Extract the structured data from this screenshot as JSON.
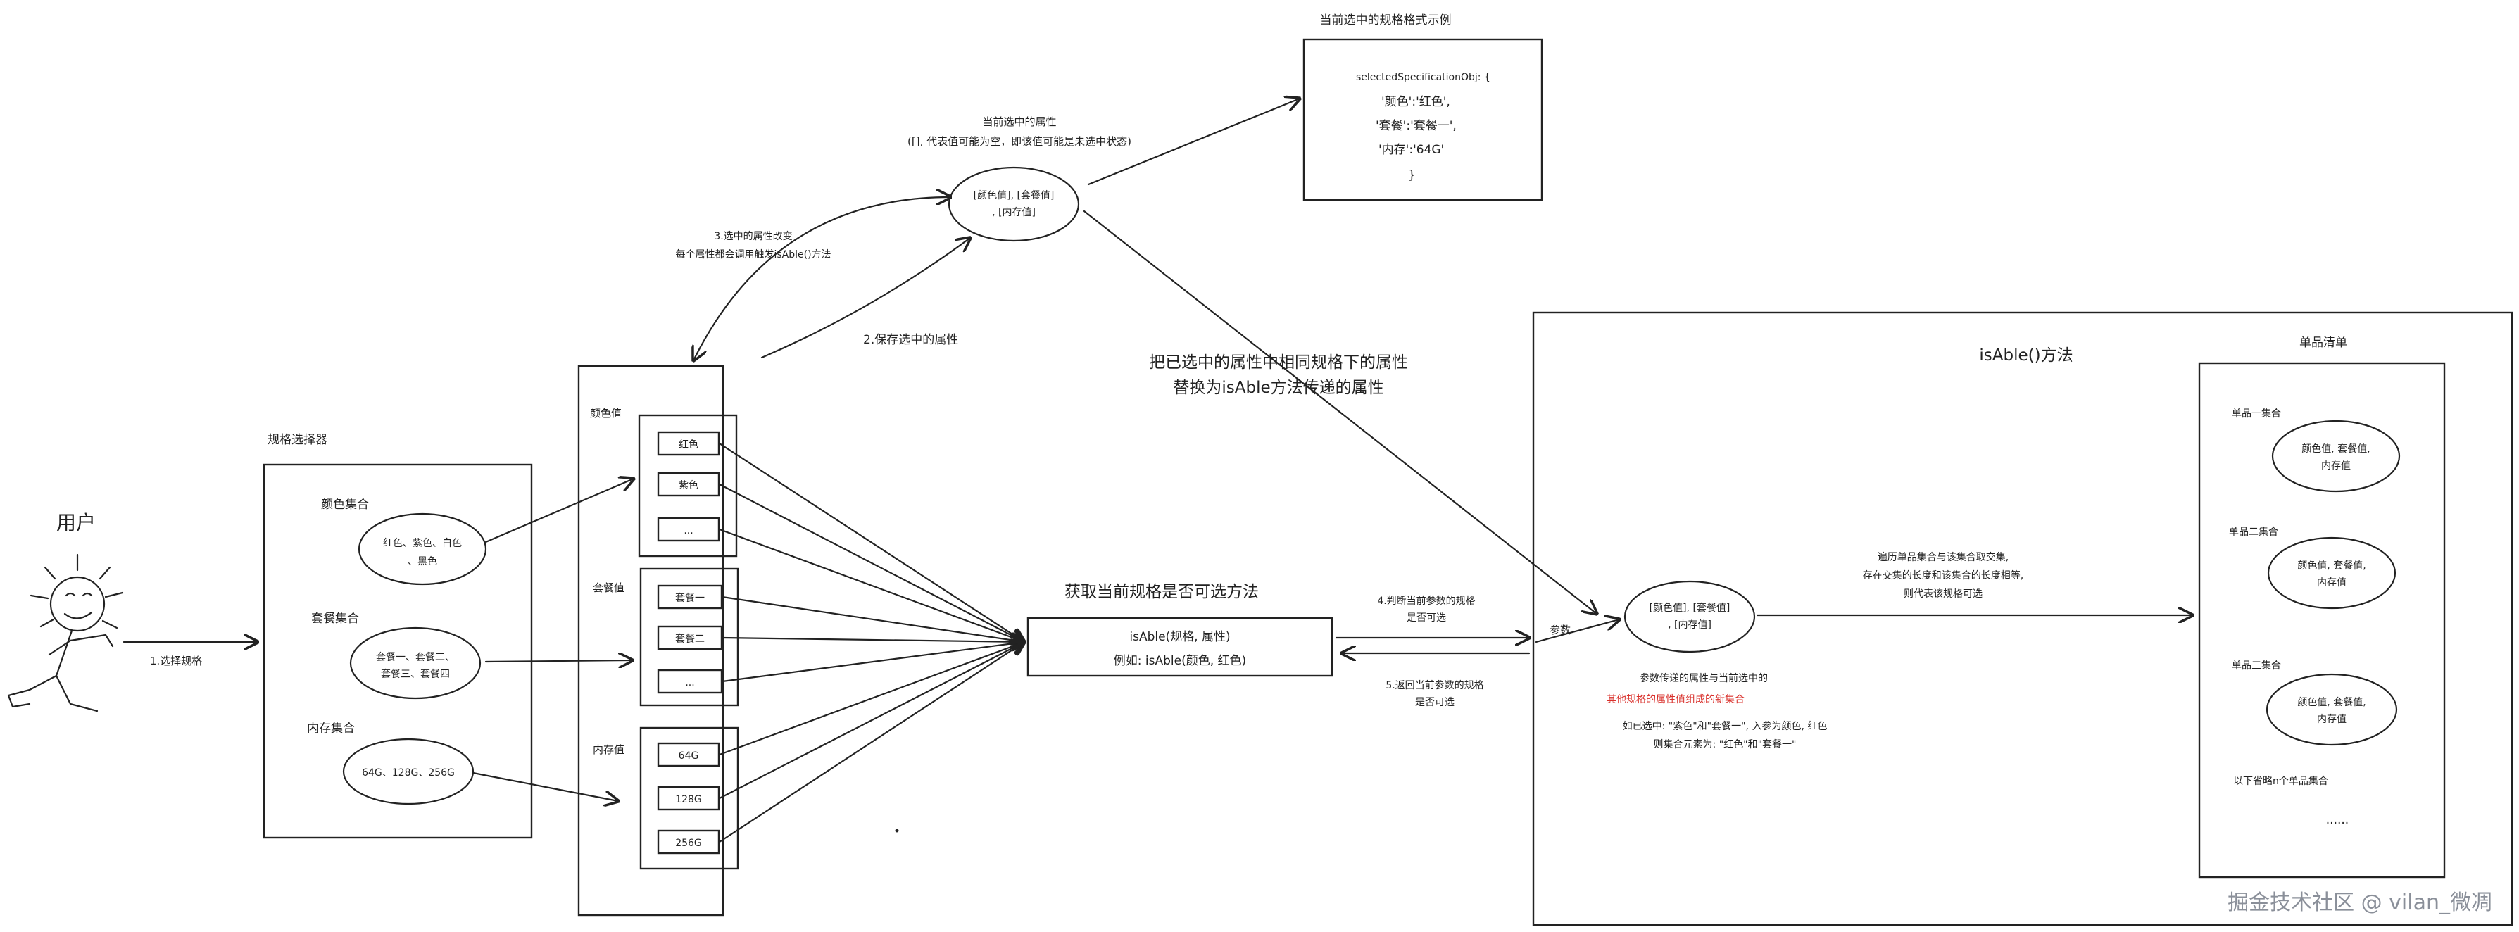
{
  "user": {
    "label": "用户",
    "select_spec": "1.选择规格"
  },
  "filter": {
    "title": "规格选择器",
    "groups": [
      {
        "label": "颜色集合",
        "ellipse_lines": [
          "红色、紫色、白色",
          "、黑色"
        ]
      },
      {
        "label": "套餐集合",
        "ellipse_lines": [
          "套餐一、套餐二、",
          "套餐三、套餐四"
        ]
      },
      {
        "label": "内存集合",
        "ellipse_lines": [
          "64G、128G、256G"
        ]
      }
    ]
  },
  "attr_panel": {
    "groups": [
      {
        "label": "颜色值",
        "items": [
          "红色",
          "紫色",
          "..."
        ]
      },
      {
        "label": "套餐值",
        "items": [
          "套餐一",
          "套餐二",
          "..."
        ]
      },
      {
        "label": "内存值",
        "items": [
          "64G",
          "128G",
          "256G"
        ]
      }
    ]
  },
  "selected": {
    "caption_lines": [
      "当前选中的属性",
      "([], 代表值可能为空，即该值可能是未选中状态)"
    ],
    "ellipse_lines": [
      "[颜色值], [套餐值]",
      ", [内存值]"
    ],
    "save_label": "2.保存选中的属性",
    "change_lines": [
      "3.选中的属性改变",
      "每个属性都会调用触发isAble()方法"
    ]
  },
  "example": {
    "title": "当前选中的规格格式示例",
    "lines": [
      "selectedSpecificationObj: {",
      "'颜色':'红色',",
      "'套餐':'套餐一',",
      "'内存':'64G'",
      "}"
    ]
  },
  "replace_note": [
    "把已选中的属性中相同规格下的属性",
    "替换为isAble方法传递的属性"
  ],
  "method": {
    "title": "获取当前规格是否可选方法",
    "lines": [
      "isAble(规格, 属性)",
      "例如: isAble(颜色, 红色)"
    ],
    "judge_lines": [
      "4.判断当前参数的规格",
      "是否可选"
    ],
    "return_lines": [
      "5.返回当前参数的规格",
      "是否可选"
    ]
  },
  "isable": {
    "title": "isAble()方法",
    "param_label": "参数",
    "ellipse_lines": [
      "[颜色值], [套餐值]",
      ", [内存值]"
    ],
    "param_desc": "参数传递的属性与当前选中的",
    "param_red": "其他规格的属性值组成的新集合",
    "example_lines": [
      "如已选中: \"紫色\"和\"套餐一\", 入参为颜色, 红色",
      "则集合元素为: \"红色\"和\"套餐一\""
    ],
    "loop_lines": [
      "遍历单品集合与该集合取交集,",
      "存在交集的长度和该集合的长度相等,",
      "则代表该规格可选"
    ]
  },
  "sku": {
    "title": "单品清单",
    "groups": [
      {
        "label": "单品一集合",
        "ellipse_lines": [
          "颜色值, 套餐值,",
          "内存值"
        ]
      },
      {
        "label": "单品二集合",
        "ellipse_lines": [
          "颜色值, 套餐值,",
          "内存值"
        ]
      },
      {
        "label": "单品三集合",
        "ellipse_lines": [
          "颜色值, 套餐值,",
          "内存值"
        ]
      }
    ],
    "more_label": "以下省略n个单品集合",
    "dots": "......"
  },
  "watermark": "掘金技术社区 @ vilan_微凋"
}
